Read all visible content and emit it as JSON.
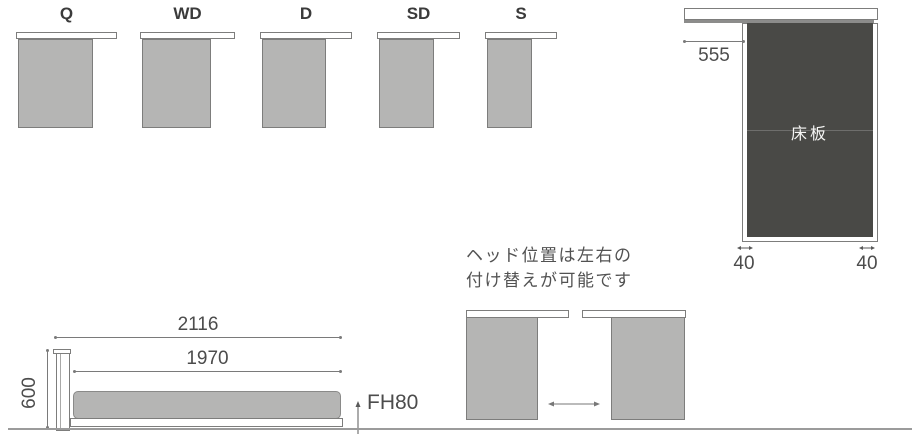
{
  "colors": {
    "bed_body_gray": "#b5b5b4",
    "panel_dark": "#494946",
    "outline_gray": "#7d7d7c",
    "dimension_line": "#7a7a7a"
  },
  "size_row": {
    "items": [
      {
        "label": "Q"
      },
      {
        "label": "WD"
      },
      {
        "label": "D"
      },
      {
        "label": "SD"
      },
      {
        "label": "S"
      }
    ]
  },
  "floor_panel": {
    "panel_label": "床板",
    "head_overhang": "555",
    "left_rail": "40",
    "right_rail": "40"
  },
  "side_view": {
    "overall_length": "2116",
    "inner_length": "1970",
    "height": "600",
    "floor_height_label": "FH80"
  },
  "note": {
    "line1": "ヘッド位置は左右の",
    "line2": "付け替えが可能です"
  }
}
